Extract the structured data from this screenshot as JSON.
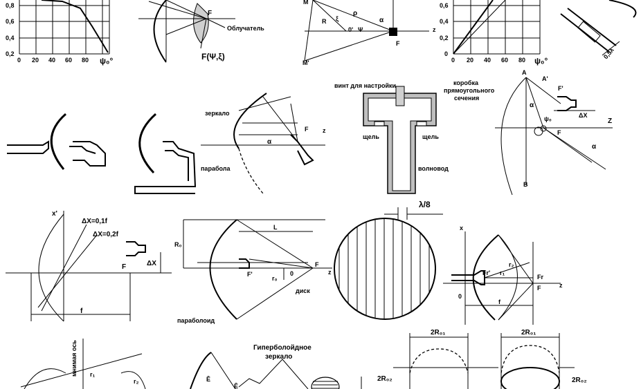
{
  "chart_left": {
    "y_ticks": [
      "0,8",
      "0,6",
      "0,4",
      "0,2"
    ],
    "x_ticks": [
      "0",
      "20",
      "40",
      "60",
      "80"
    ],
    "x_label": "ψ₀°"
  },
  "chart_right": {
    "y_ticks": [
      "0,6",
      "0,4",
      "0,2",
      "0"
    ],
    "x_ticks": [
      "0",
      "20",
      "40",
      "60",
      "80"
    ],
    "x_label": "ψ₀°"
  },
  "fig_feed_pattern": {
    "point_f": "F",
    "feed_label": "Облучатель",
    "pattern_label": "F(Ψ,ξ)"
  },
  "fig_geometry_top": {
    "m": "M",
    "m_prime": "M'",
    "r": "R",
    "xi": "ξ",
    "rho": "ρ",
    "o_prime": "0'",
    "psi": "Ψ",
    "alpha": "α",
    "z": "z",
    "f": "F"
  },
  "fig_offset_mirror": {
    "mirror_label": "зеркало",
    "parabola_label": "парабола",
    "alpha": "α",
    "f": "F",
    "z": "z"
  },
  "fig_waveguide": {
    "screw_label": "винт для настройки",
    "box_label_1": "коробка",
    "box_label_2": "прямоугольного",
    "box_label_3": "сечения",
    "slot_left": "щель",
    "slot_right": "щель",
    "waveguide_label": "волновод"
  },
  "fig_offset_feed": {
    "a": "A",
    "a_prime": "A'",
    "f_prime": "F'",
    "alpha_top": "α",
    "delta_x": "ΔX",
    "z": "Z",
    "psi_label": "ψ₀",
    "f": "F",
    "alpha_bottom": "α",
    "b": "B"
  },
  "fig_defocus": {
    "x_prime": "x'",
    "dx1": "ΔX=0,1f",
    "dx2": "ΔX=0,2f",
    "delta_x": "ΔX",
    "f_point": "F",
    "f_dim": "f"
  },
  "fig_disk": {
    "l": "L",
    "r0_big": "R₀",
    "r0_small": "r₀",
    "zero": "0",
    "f_prime": "F'",
    "f": "F",
    "z": "z",
    "disk_label": "диск",
    "paraboloid_label": "параболоид"
  },
  "fig_grid": {
    "lambda_label": "λ/8"
  },
  "fig_two_foci": {
    "x": "x",
    "fr_prime": "Fr'",
    "r1": "r₁",
    "r2": "r₂",
    "fr": "Fr",
    "f": "F",
    "z": "z",
    "zero": "0",
    "f_dim": "f"
  },
  "fig_bottom_left": {
    "axis_label": "мнимая ось",
    "r1": "r₁",
    "r2": "r₂"
  },
  "fig_bottom_mid": {
    "e_field_1": "Ē",
    "e_field_2": "Ē",
    "mirror_line_1": "Гиперболойдное",
    "mirror_line_2": "зеркало"
  },
  "fig_bottom_right": {
    "dim_a1": "2R₀₁",
    "dim_a2": "2R₀₂",
    "dim_b1": "2R₀₁",
    "dim_b2": "2R₀₂"
  }
}
